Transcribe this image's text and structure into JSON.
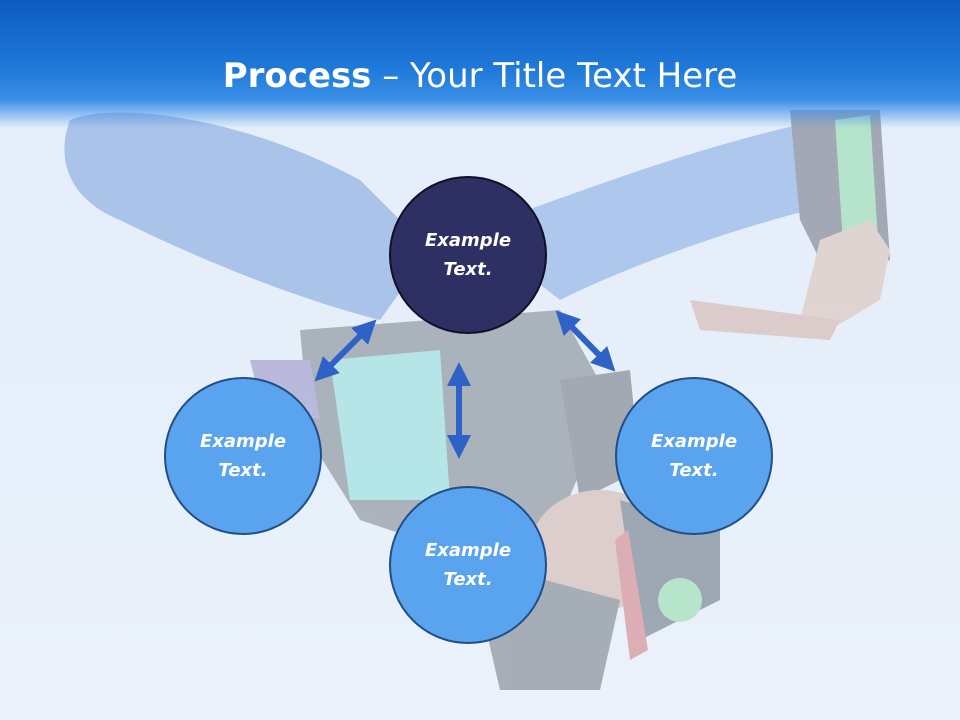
{
  "slide": {
    "title_strong": "Process",
    "title_rest": " – Your Title Text Here"
  },
  "nodes": [
    {
      "line1": "Example",
      "line2": "Text."
    },
    {
      "line1": "Example",
      "line2": "Text."
    },
    {
      "line1": "Example",
      "line2": "Text."
    },
    {
      "line1": "Example",
      "line2": "Text."
    }
  ],
  "colors": {
    "header_blue": "#1f7ad9",
    "dark_node": "#2e2f63",
    "light_node": "#5aa3ef",
    "arrow": "#2f62c6"
  }
}
